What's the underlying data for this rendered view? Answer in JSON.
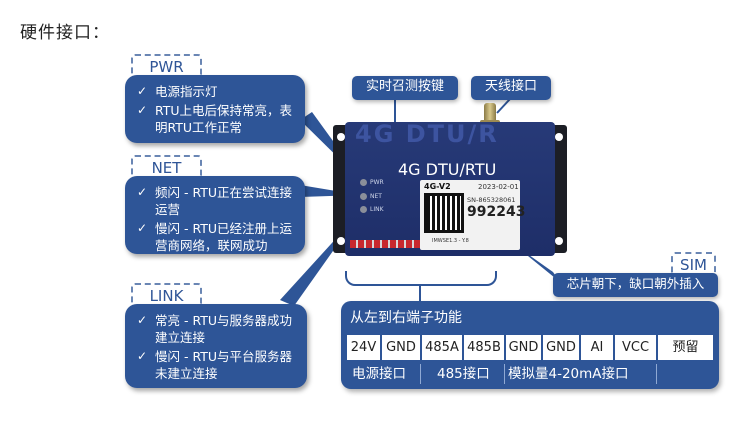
{
  "page": {
    "title": "硬件接口："
  },
  "pwr": {
    "tag": "PWR",
    "items": [
      "电源指示灯",
      "RTU上电后保持常亮，表明RTU工作正常"
    ]
  },
  "net": {
    "tag": "NET",
    "items": [
      "频闪 - RTU正在尝试连接运营",
      "慢闪 - RTU已经注册上运营商网络，联网成功"
    ]
  },
  "link": {
    "tag": "LINK",
    "items": [
      "常亮 - RTU与服务器成功建立连接",
      "慢闪 - RTU与平台服务器未建立连接"
    ]
  },
  "callouts": {
    "reset": "实时召测按键",
    "antenna": "天线接口"
  },
  "sim": {
    "tag": "SIM",
    "note": "芯片朝下，缺口朝外插入"
  },
  "device": {
    "bg_text": "4G DTU/R",
    "title": "4G DTU/RTU",
    "led_labels": [
      "PWR",
      "NET",
      "LINK"
    ],
    "model": "4G-V2",
    "date": "2023-02-01",
    "sn": "SN-865328061",
    "code": "992243",
    "footer": "IMWSE1.3 - Y.8"
  },
  "ports": {
    "title": "从左到右端子功能",
    "pins": [
      "24V",
      "GND",
      "485A",
      "485B",
      "GND",
      "GND",
      "AI",
      "VCC",
      "预留"
    ],
    "groups": [
      "电源接口",
      "485接口",
      "模拟量4-20mA接口"
    ]
  },
  "colors": {
    "accent": "#2e5597",
    "tag_text": "#2f5597",
    "terminal_red": "#c8282d"
  }
}
